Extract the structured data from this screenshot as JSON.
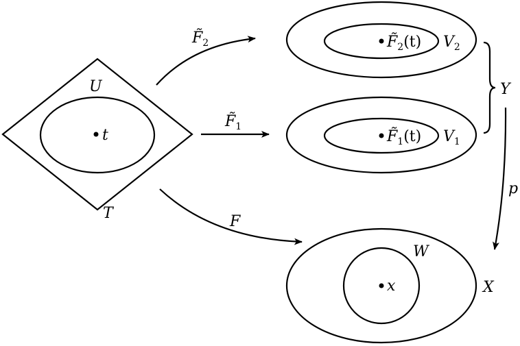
{
  "labels": {
    "t": "t",
    "U": "U",
    "T": "T",
    "F2_arrow": "F̃",
    "F2_arrow_sub": "2",
    "F1_arrow": "F̃",
    "F1_arrow_sub": "1",
    "F_arrow": "F",
    "F2t": "F̃",
    "F2t_sub": "2",
    "F2t_arg": "(t)",
    "F1t": "F̃",
    "F1t_sub": "1",
    "F1t_arg": "(t)",
    "V2": "V",
    "V2_sub": "2",
    "V1": "V",
    "V1_sub": "1",
    "Y": "Y",
    "p": "p",
    "W": "W",
    "x": "x",
    "X": "X"
  }
}
